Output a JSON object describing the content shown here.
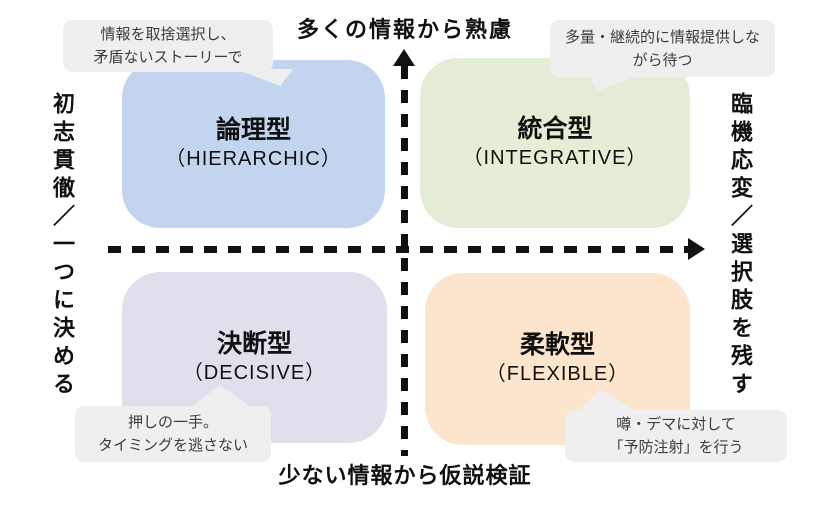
{
  "matrix": {
    "top_label": "多くの情報から熟慮",
    "bottom_label": "少ない情報から仮説検証",
    "left_label": "初志貫徹／一つに決める",
    "right_label": "臨機応変／選択肢を残す"
  },
  "quadrants": {
    "top_left": {
      "name": "論理型",
      "subtitle": "（HIERARCHIC）",
      "color": "#c3d5ee"
    },
    "top_right": {
      "name": "統合型",
      "subtitle": "（INTEGRATIVE）",
      "color": "#e4eed7"
    },
    "bottom_left": {
      "name": "決断型",
      "subtitle": "（DECISIVE）",
      "color": "#e3deeb"
    },
    "bottom_right": {
      "name": "柔軟型",
      "subtitle": "（FLEXIBLE）",
      "color": "#fce4cd"
    }
  },
  "callouts": {
    "top_left": {
      "line1": "情報を取捨選択し、",
      "line2": "矛盾ないストーリーで"
    },
    "top_right": {
      "line1": "多量・継続的に情報提供しな",
      "line2": "がら待つ"
    },
    "bottom_left": {
      "line1": "押しの一手。",
      "line2": "タイミングを逃さない"
    },
    "bottom_right": {
      "line1": "噂・デマに対して",
      "line2": "「予防注射」を行う"
    }
  },
  "colors": {
    "axis": "#111111",
    "callout_background": "#efefef",
    "background": "#ffffff"
  }
}
